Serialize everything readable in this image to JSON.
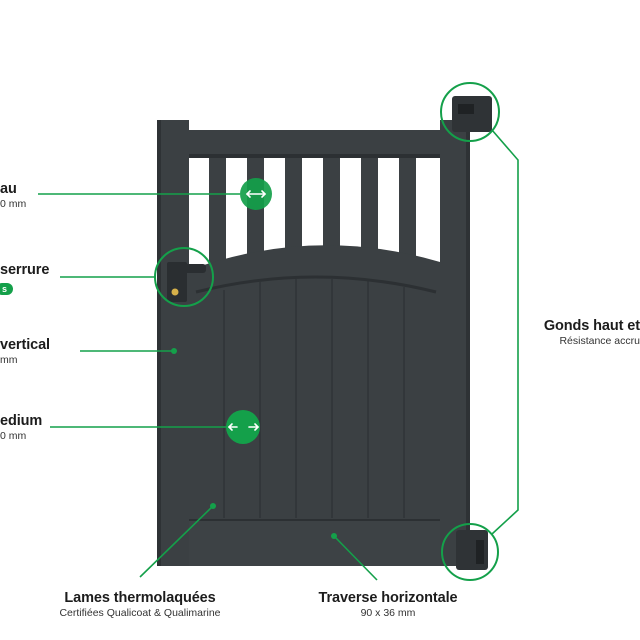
{
  "colors": {
    "gate": "#3b4043",
    "gate_dark": "#2c3033",
    "accent": "#14a04a",
    "background": "#ffffff"
  },
  "labels": {
    "barreau": {
      "title": "au",
      "sub": "0 mm"
    },
    "serrure": {
      "title": "serrure",
      "badge": "s"
    },
    "vertical": {
      "title": "vertical",
      "sub": "mm"
    },
    "medium": {
      "title": "edium",
      "sub": "0 mm"
    },
    "lames": {
      "title": "Lames thermolaquées",
      "sub": "Certifiées Qualicoat & Qualimarine"
    },
    "traverse": {
      "title": "Traverse horizontale",
      "sub": "90 x 36 mm"
    },
    "gonds": {
      "title": "Gonds haut et",
      "sub": "Résistance accru"
    }
  },
  "icons": {
    "arrows": "double-arrow-icon",
    "lock": "lock-icon",
    "hinge": "hinge-icon"
  }
}
